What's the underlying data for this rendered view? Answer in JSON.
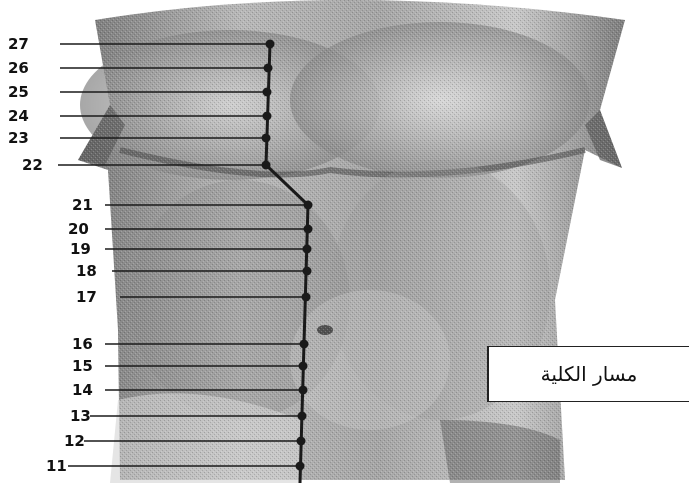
{
  "caption": "مسار الكلية",
  "points": [
    {
      "label": "27"
    },
    {
      "label": "26"
    },
    {
      "label": "25"
    },
    {
      "label": "24"
    },
    {
      "label": "23"
    },
    {
      "label": "22"
    },
    {
      "label": "21"
    },
    {
      "label": "20"
    },
    {
      "label": "19"
    },
    {
      "label": "18"
    },
    {
      "label": "17"
    },
    {
      "label": "16"
    },
    {
      "label": "15"
    },
    {
      "label": "14"
    },
    {
      "label": "13"
    },
    {
      "label": "12"
    },
    {
      "label": "11"
    }
  ],
  "colors": {
    "meridian": "#1a1a1a",
    "skin_light": "#d6d6d6",
    "skin_dark": "#6a6a6a"
  }
}
